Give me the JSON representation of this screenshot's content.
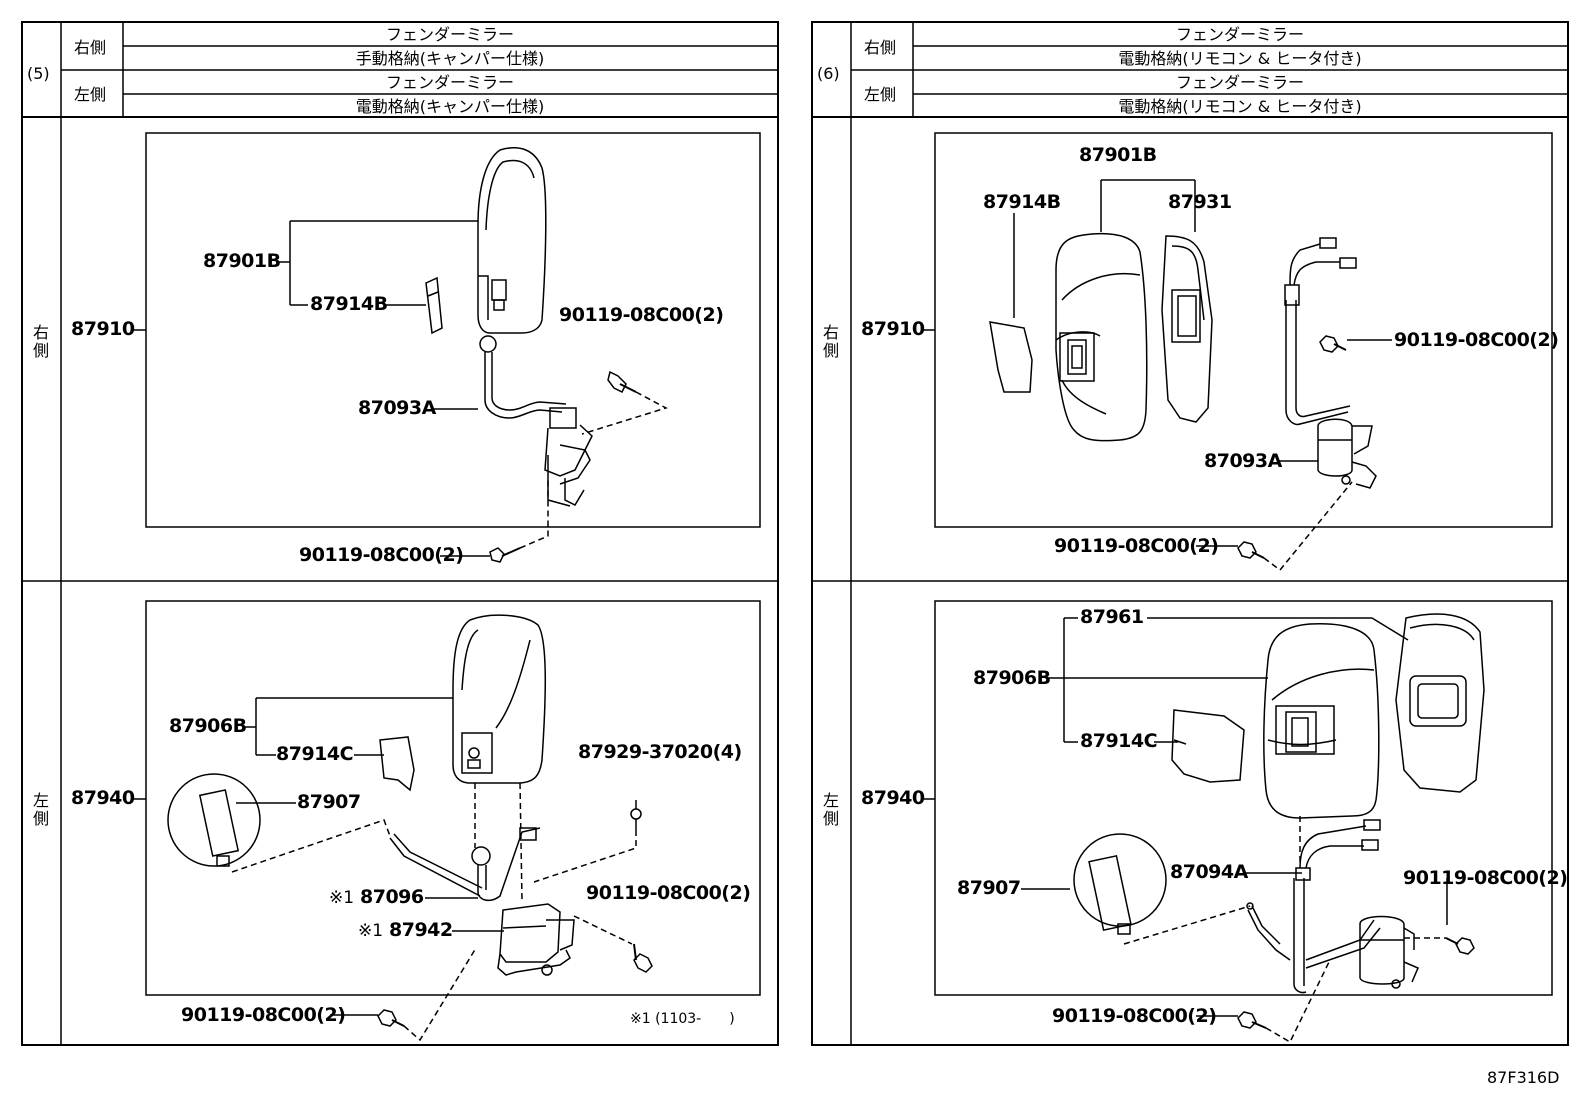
{
  "diagram_code": "87F316D",
  "panels": [
    {
      "number": "(5)",
      "rows": [
        {
          "side": "右側",
          "line1": "フェンダーミラー",
          "line2": "手動格納(キャンパー仕様)"
        },
        {
          "side": "左側",
          "line1": "フェンダーミラー",
          "line2": "電動格納(キャンパー仕様)"
        }
      ],
      "right": {
        "side_vertical": "右側",
        "assembly": "87910",
        "parts": {
          "p1": "87901B",
          "p2": "87914B",
          "p3": "87093A",
          "p4": "90119-08C00(2)",
          "p5": "90119-08C00(2)"
        }
      },
      "left": {
        "side_vertical": "左側",
        "assembly": "87940",
        "parts": {
          "p1": "87906B",
          "p2": "87914C",
          "p3": "87907",
          "p4": "87096",
          "p5": "87942",
          "p6": "87929-37020(4)",
          "p7": "90119-08C00(2)",
          "p8": "90119-08C00(2)"
        },
        "marker": "※1",
        "marker_num": "1",
        "note": "※1 (1103-　　)"
      }
    },
    {
      "number": "(6)",
      "rows": [
        {
          "side": "右側",
          "line1": "フェンダーミラー",
          "line2": "電動格納(リモコン & ヒータ付き)"
        },
        {
          "side": "左側",
          "line1": "フェンダーミラー",
          "line2": "電動格納(リモコン & ヒータ付き)"
        }
      ],
      "right": {
        "side_vertical": "右側",
        "assembly": "87910",
        "parts": {
          "p1": "87901B",
          "p2": "87914B",
          "p3": "87931",
          "p4": "90119-08C00(2)",
          "p5": "87093A",
          "p6": "90119-08C00(2)"
        }
      },
      "left": {
        "side_vertical": "左側",
        "assembly": "87940",
        "parts": {
          "p1": "87961",
          "p2": "87906B",
          "p3": "87914C",
          "p4": "87907",
          "p5": "87094A",
          "p6": "90119-08C00(2)",
          "p7": "90119-08C00(2)"
        }
      }
    }
  ]
}
